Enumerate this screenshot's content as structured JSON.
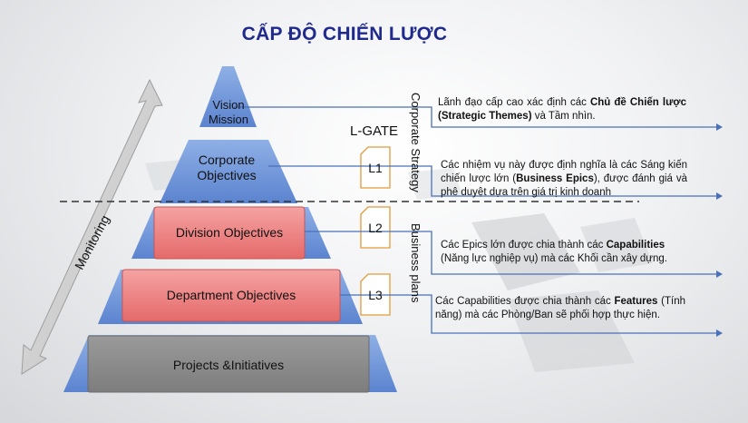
{
  "title": "CẤP ĐỘ CHIẾN LƯỢC",
  "monitoring_label": "Monitoring",
  "lgate_label": "L-GATE",
  "tiers": [
    {
      "label_line1": "Vision",
      "label_line2": "Mission"
    },
    {
      "label_line1": "Corporate",
      "label_line2": "Objectives"
    },
    {
      "label": "Division Objectives"
    },
    {
      "label": "Department Objectives"
    },
    {
      "label": "Projects &Initiatives"
    }
  ],
  "levels": [
    {
      "label": "L1"
    },
    {
      "label": "L2"
    },
    {
      "label": "L3"
    }
  ],
  "vertical_labels": {
    "corporate_strategy": "Corporate Strategy",
    "business_plans": "Business plans"
  },
  "descriptions": {
    "d1": {
      "pre": "Lãnh đạo cấp cao xác định các ",
      "bold": "Chủ đề Chiến lược (Strategic Themes)",
      "post": " và Tầm nhìn."
    },
    "d2": {
      "pre": "Các nhiệm vụ này được định nghĩa là các Sáng kiến chiến lược lớn (",
      "bold": "Business Epics",
      "post": "), được đánh giá và phê duyệt dựa trên giá trị kinh doanh"
    },
    "d3": {
      "pre": "Các Epics lớn được chia thành các ",
      "bold": "Capabilities",
      "post": " (Năng lực nghiệp vụ) mà các Khối cần xây dựng."
    },
    "d4": {
      "pre": "Các Capabilities được chia thành các ",
      "bold": "Features",
      "post": " (Tính năng) mà các Phòng/Ban sẽ phối hợp thực hiện."
    }
  },
  "colors": {
    "title": "#1f2a8c",
    "pyramid_blue": "#6f94d6",
    "red_box": "#ee7c7c",
    "gray_box": "#8a8a8a",
    "arrow_line": "#4a70b8",
    "lbox_border": "#e39a3a"
  }
}
